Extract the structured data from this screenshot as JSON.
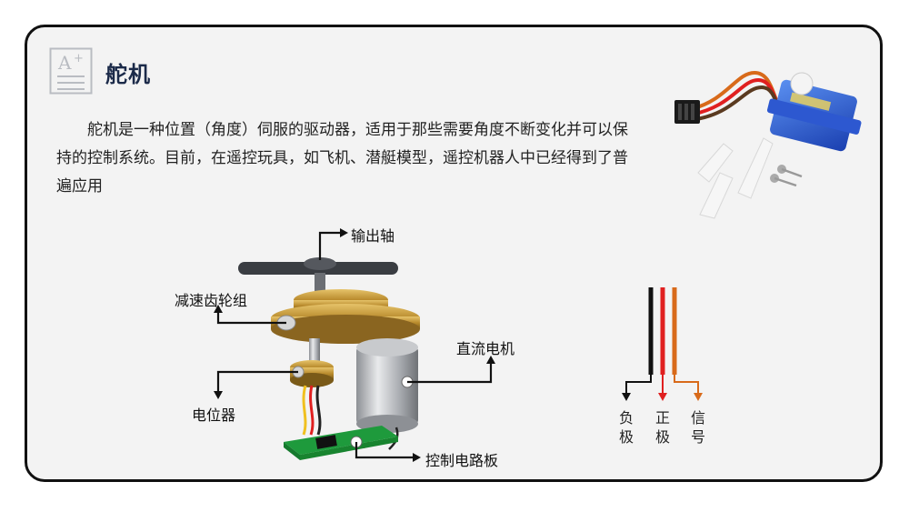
{
  "header": {
    "title": "舵机"
  },
  "intro": {
    "paragraph": "舵机是一种位置（角度）伺服的驱动器，适用于那些需要角度不断变化并可以保持的控制系统。目前，在遥控玩具，如飞机、潜艇模型，遥控机器人中已经得到了普遍应用"
  },
  "diagram": {
    "labels": {
      "output_shaft": "输出轴",
      "reduction_gears": "减速齿轮组",
      "dc_motor": "直流电机",
      "potentiometer": "电位器",
      "control_board": "控制电路板"
    }
  },
  "wires": [
    {
      "label": "负极",
      "color": "#111111"
    },
    {
      "label": "正极",
      "color": "#e02020"
    },
    {
      "label": "信号",
      "color": "#d86a1a"
    }
  ]
}
